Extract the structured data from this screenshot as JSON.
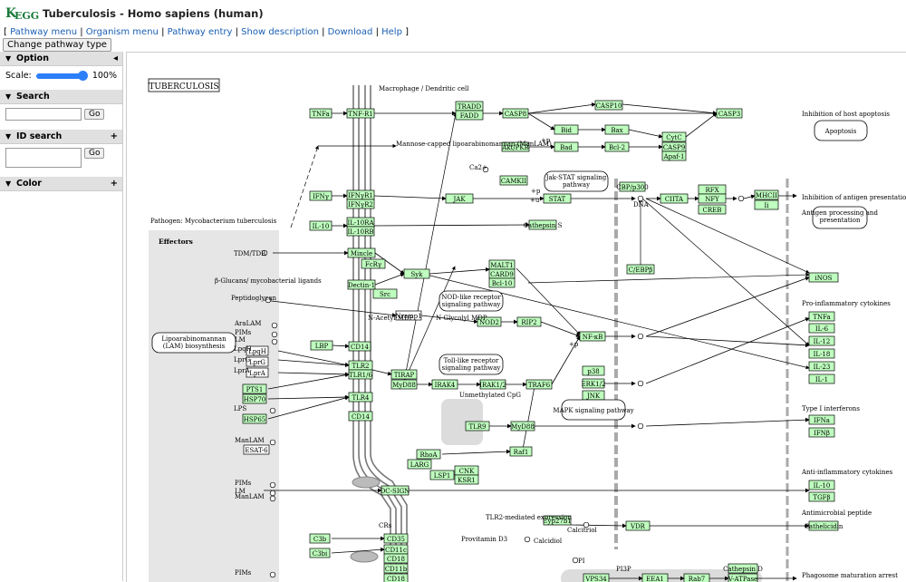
{
  "header": {
    "title": "Tuberculosis - Homo sapiens (human)",
    "logo_text": "KEGG"
  },
  "nav": [
    {
      "label": "Pathway menu"
    },
    {
      "label": "Organism menu"
    },
    {
      "label": "Pathway entry"
    },
    {
      "label": "Show description"
    },
    {
      "label": "Download"
    },
    {
      "label": "Help"
    }
  ],
  "change_button": "Change pathway type",
  "sidebar": {
    "option": {
      "label": "Option",
      "scale_label": "Scale:",
      "scale_value": "100%"
    },
    "search": {
      "label": "Search",
      "go": "Go"
    },
    "id_search": {
      "label": "ID search",
      "go": "Go"
    },
    "color": {
      "label": "Color"
    }
  },
  "map": {
    "title_box": "TUBERCULOSIS",
    "genes": [
      {
        "l": "TNFa"
      },
      {
        "l": "TNF-R1"
      },
      {
        "l": "TRADD"
      },
      {
        "l": "FADD"
      },
      {
        "l": "CASP8"
      },
      {
        "l": "CASP10"
      },
      {
        "l": "CASP3"
      },
      {
        "l": "Bid"
      },
      {
        "l": "Bax"
      },
      {
        "l": "CytC"
      },
      {
        "l": "CASP9"
      },
      {
        "l": "Apaf-1"
      },
      {
        "l": "Akt/PKB"
      },
      {
        "l": "Bad"
      },
      {
        "l": "Bcl-2"
      },
      {
        "l": "CAMKII"
      },
      {
        "l": "IFNγ"
      },
      {
        "l": "IFNγR1"
      },
      {
        "l": "IFNγR2"
      },
      {
        "l": "JAK"
      },
      {
        "l": "STAT"
      },
      {
        "l": "CBP/p300"
      },
      {
        "l": "CIITA"
      },
      {
        "l": "RFX"
      },
      {
        "l": "NFY"
      },
      {
        "l": "CREB"
      },
      {
        "l": "MHCII"
      },
      {
        "l": "Ii"
      },
      {
        "l": "IL-10"
      },
      {
        "l": "IL-10RA"
      },
      {
        "l": "IL-10RB"
      },
      {
        "l": "Cathepsin S"
      },
      {
        "l": "Mincle"
      },
      {
        "l": "FcRγ"
      },
      {
        "l": "Syk"
      },
      {
        "l": "Dectin-1"
      },
      {
        "l": "Src"
      },
      {
        "l": "MALT1"
      },
      {
        "l": "CARD9"
      },
      {
        "l": "Bcl-10"
      },
      {
        "l": "C/EBPβ"
      },
      {
        "l": "iNOS"
      },
      {
        "l": "NOD2"
      },
      {
        "l": "RIP2"
      },
      {
        "l": "NF-κB"
      },
      {
        "l": "LBP"
      },
      {
        "l": "CD14"
      },
      {
        "l": "TLR2"
      },
      {
        "l": "TLR1/6"
      },
      {
        "l": "TLR4"
      },
      {
        "l": "CD14"
      },
      {
        "l": "TIRAP"
      },
      {
        "l": "MyD88"
      },
      {
        "l": "IRAK4"
      },
      {
        "l": "IRAK1/2"
      },
      {
        "l": "TRAF6"
      },
      {
        "l": "p38"
      },
      {
        "l": "ERK1/2"
      },
      {
        "l": "JNK"
      },
      {
        "l": "TLR9"
      },
      {
        "l": "MyD88"
      },
      {
        "l": "RhoA"
      },
      {
        "l": "LARG"
      },
      {
        "l": "Raf1"
      },
      {
        "l": "LSP1"
      },
      {
        "l": "CNK"
      },
      {
        "l": "KSR1"
      },
      {
        "l": "DC-SIGN"
      },
      {
        "l": "Cyp27b1"
      },
      {
        "l": "VDR"
      },
      {
        "l": "C3b"
      },
      {
        "l": "C3bi"
      },
      {
        "l": "CD35"
      },
      {
        "l": "CD11c"
      },
      {
        "l": "CD18"
      },
      {
        "l": "CD11b"
      },
      {
        "l": "CD18"
      },
      {
        "l": "VPS34"
      },
      {
        "l": "EEA1"
      },
      {
        "l": "Rab7"
      },
      {
        "l": "Cathepsin D"
      },
      {
        "l": "V-ATPase"
      },
      {
        "l": "TNFa"
      },
      {
        "l": "IL-6"
      },
      {
        "l": "IL-12"
      },
      {
        "l": "IL-18"
      },
      {
        "l": "IL-23"
      },
      {
        "l": "IL-1"
      },
      {
        "l": "IFNa"
      },
      {
        "l": "IFNβ"
      },
      {
        "l": "IL-10"
      },
      {
        "l": "TGFβ"
      },
      {
        "l": "Cathelicidin"
      },
      {
        "l": "PTS1"
      },
      {
        "l": "HSP70"
      },
      {
        "l": "HSP65"
      }
    ],
    "white_boxes": [
      "LpqH",
      "LprG",
      "LprA",
      "ESAT-6",
      "Nramp1"
    ],
    "rounded_boxes": [
      "Apoptosis",
      "Jak-STAT signaling pathway",
      "Antigen processing and presentation",
      "Lipoarabinomannan (LAM) biosynthesis",
      "NOD-like receptor signaling pathway",
      "Toll-like receptor signaling pathway",
      "MAPK signaling pathway"
    ],
    "texts": [
      "Macrophage / Dendritic cell",
      "Inhibition of host apoptosis",
      "Mannose-capped lipoarabinomannan (ManLAM)",
      "Ca2+",
      "Inhibition of antigen presentation",
      "Pathogen: Mycobacterium tuberculosis",
      "Effectors",
      "TDM/TDB",
      "β-Glucans/ mycobacterial ligands",
      "Peptidoglycan",
      "N-Acetyl MDP",
      "N-Glycolyl MDP",
      "AraLAM",
      "PIMs",
      "LM",
      "LpqH",
      "LprG",
      "LprA",
      "LPS",
      "ManLAM",
      "PIMs",
      "LM",
      "ManLAM",
      "PIMs",
      "Unmethylated CpG",
      "TLR2-mediated expression",
      "Calcitriol",
      "Provitamin D3",
      "Calcidiol",
      "CRs",
      "PI",
      "PI3P",
      "Pro-inflammatory cytokines",
      "Type I interferons",
      "Anti-inflammatory cytokines",
      "Antimicrobial peptide",
      "Phagosome maturation arrest",
      "DNA",
      "+p",
      "+p",
      "+p",
      "+u"
    ]
  }
}
